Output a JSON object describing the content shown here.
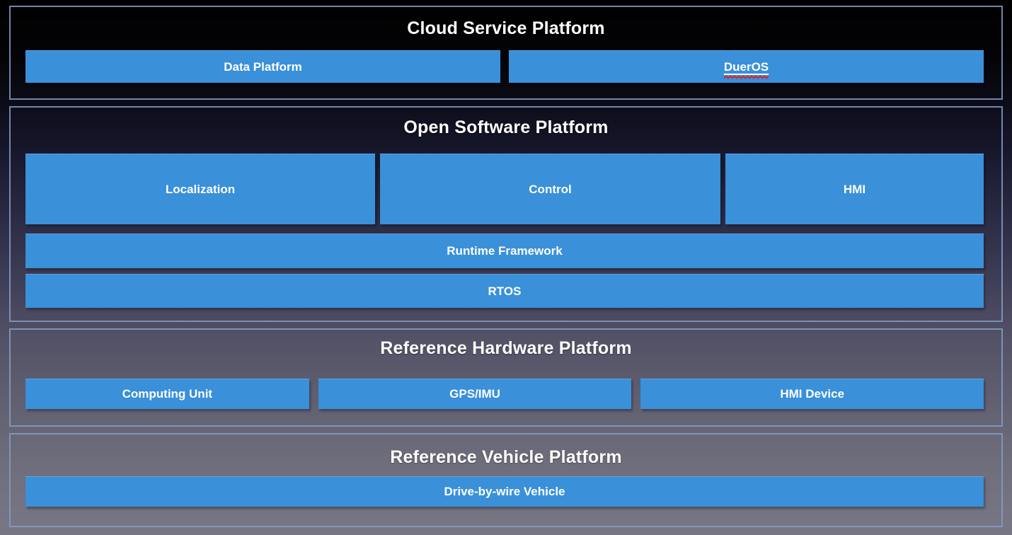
{
  "slide": {
    "sections": {
      "cloud": {
        "title": "Cloud Service Platform",
        "boxes": {
          "data_platform": "Data Platform",
          "dueros": "DuerOS"
        }
      },
      "software": {
        "title": "Open Software Platform",
        "boxes": {
          "localization": "Localization",
          "control": "Control",
          "hmi": "HMI",
          "runtime_framework": "Runtime Framework",
          "rtos": "RTOS"
        }
      },
      "hardware": {
        "title": "Reference Hardware Platform",
        "boxes": {
          "computing_unit": "Computing Unit",
          "gps_imu": "GPS/IMU",
          "hmi_device": "HMI Device"
        }
      },
      "vehicle": {
        "title": "Reference Vehicle Platform",
        "boxes": {
          "drive_by_wire": "Drive-by-wire Vehicle"
        }
      }
    },
    "colors": {
      "box_fill": "#3A90D9",
      "frame_border": "#859DC5",
      "label_text": "#FFFFFF",
      "spellcheck_wave": "#E11E1E",
      "background_top": "#000000",
      "background_bottom": "#787785"
    }
  }
}
